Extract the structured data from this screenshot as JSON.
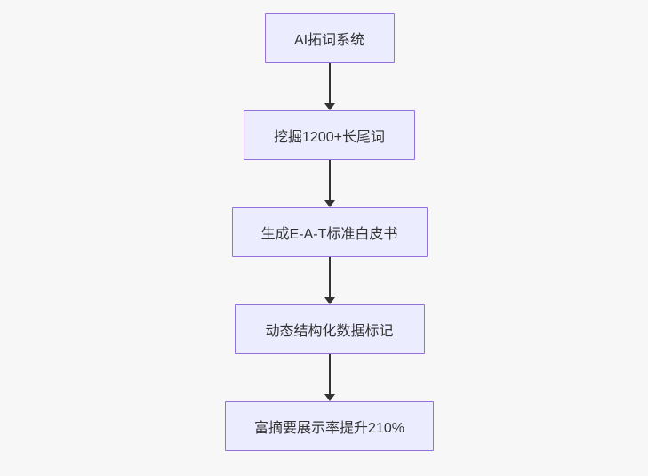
{
  "diagram": {
    "type": "flowchart",
    "direction": "top-down",
    "nodes": [
      {
        "id": "A",
        "label": "AI拓词系统"
      },
      {
        "id": "B",
        "label": "挖掘1200+长尾词"
      },
      {
        "id": "C",
        "label": "生成E-A-T标准白皮书"
      },
      {
        "id": "D",
        "label": "动态结构化数据标记"
      },
      {
        "id": "E",
        "label": "富摘要展示率提升210%"
      }
    ],
    "edges": [
      {
        "from": "A",
        "to": "B"
      },
      {
        "from": "B",
        "to": "C"
      },
      {
        "from": "C",
        "to": "D"
      },
      {
        "from": "D",
        "to": "E"
      }
    ],
    "colors": {
      "node_fill": "#ECECFF",
      "node_border": "#9370DB",
      "text": "#333333",
      "arrow": "#333333",
      "background": "#f7f7f7"
    }
  }
}
